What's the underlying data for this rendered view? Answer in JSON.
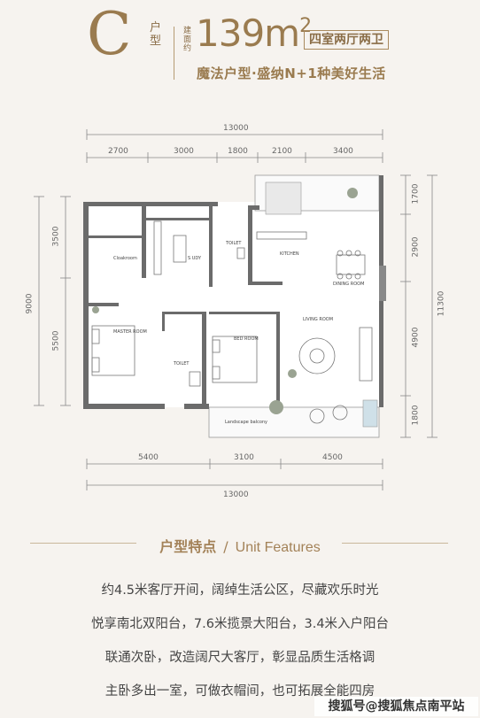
{
  "header": {
    "letter": "C",
    "type_label": "户型",
    "area_label": "建面约",
    "area_value": "139",
    "area_unit": "m",
    "area_sup": "2",
    "rooms": "四室两厅两卫",
    "slogan": "魔法户型·盛纳N+1种美好生活"
  },
  "plan": {
    "top_total": "13000",
    "top_segments": [
      "2700",
      "3000",
      "1800",
      "2100",
      "3400"
    ],
    "bottom_segments": [
      "5400",
      "3100",
      "4500"
    ],
    "bottom_total": "13000",
    "left_segments": [
      "3500",
      "5500"
    ],
    "left_total": "9000",
    "right_segments": [
      "1700",
      "2900",
      "4900",
      "1800"
    ],
    "right_total": "11300",
    "rooms": {
      "cloakroom": "Cloakroom",
      "study": "S UDY",
      "toilet1": "TOILET",
      "kitchen": "KITCHEN",
      "dining": "DINING ROOM",
      "living": "LIVING ROOM",
      "master": "MASTER ROOM",
      "toilet2": "TOILET",
      "bedroom": "BED ROOM",
      "balcony": "Landscape balcony"
    }
  },
  "features": {
    "title_cn": "户型特点",
    "sep": "/",
    "title_en": "Unit Features",
    "lines": [
      "约4.5米客厅开间，阔绰生活公区，尽藏欢乐时光",
      "悦享南北双阳台，7.6米揽景大阳台，3.4米入户阳台",
      "联通次卧，改造阔尺大客厅，彰显品质生活格调",
      "主卧多出一室，可做衣帽间，也可拓展全能四房"
    ]
  },
  "watermark": "搜狐号@搜狐焦点南平站",
  "colors": {
    "accent": "#9a7b4f",
    "wall": "#6b6b6b",
    "background": "#f6f3ef"
  }
}
